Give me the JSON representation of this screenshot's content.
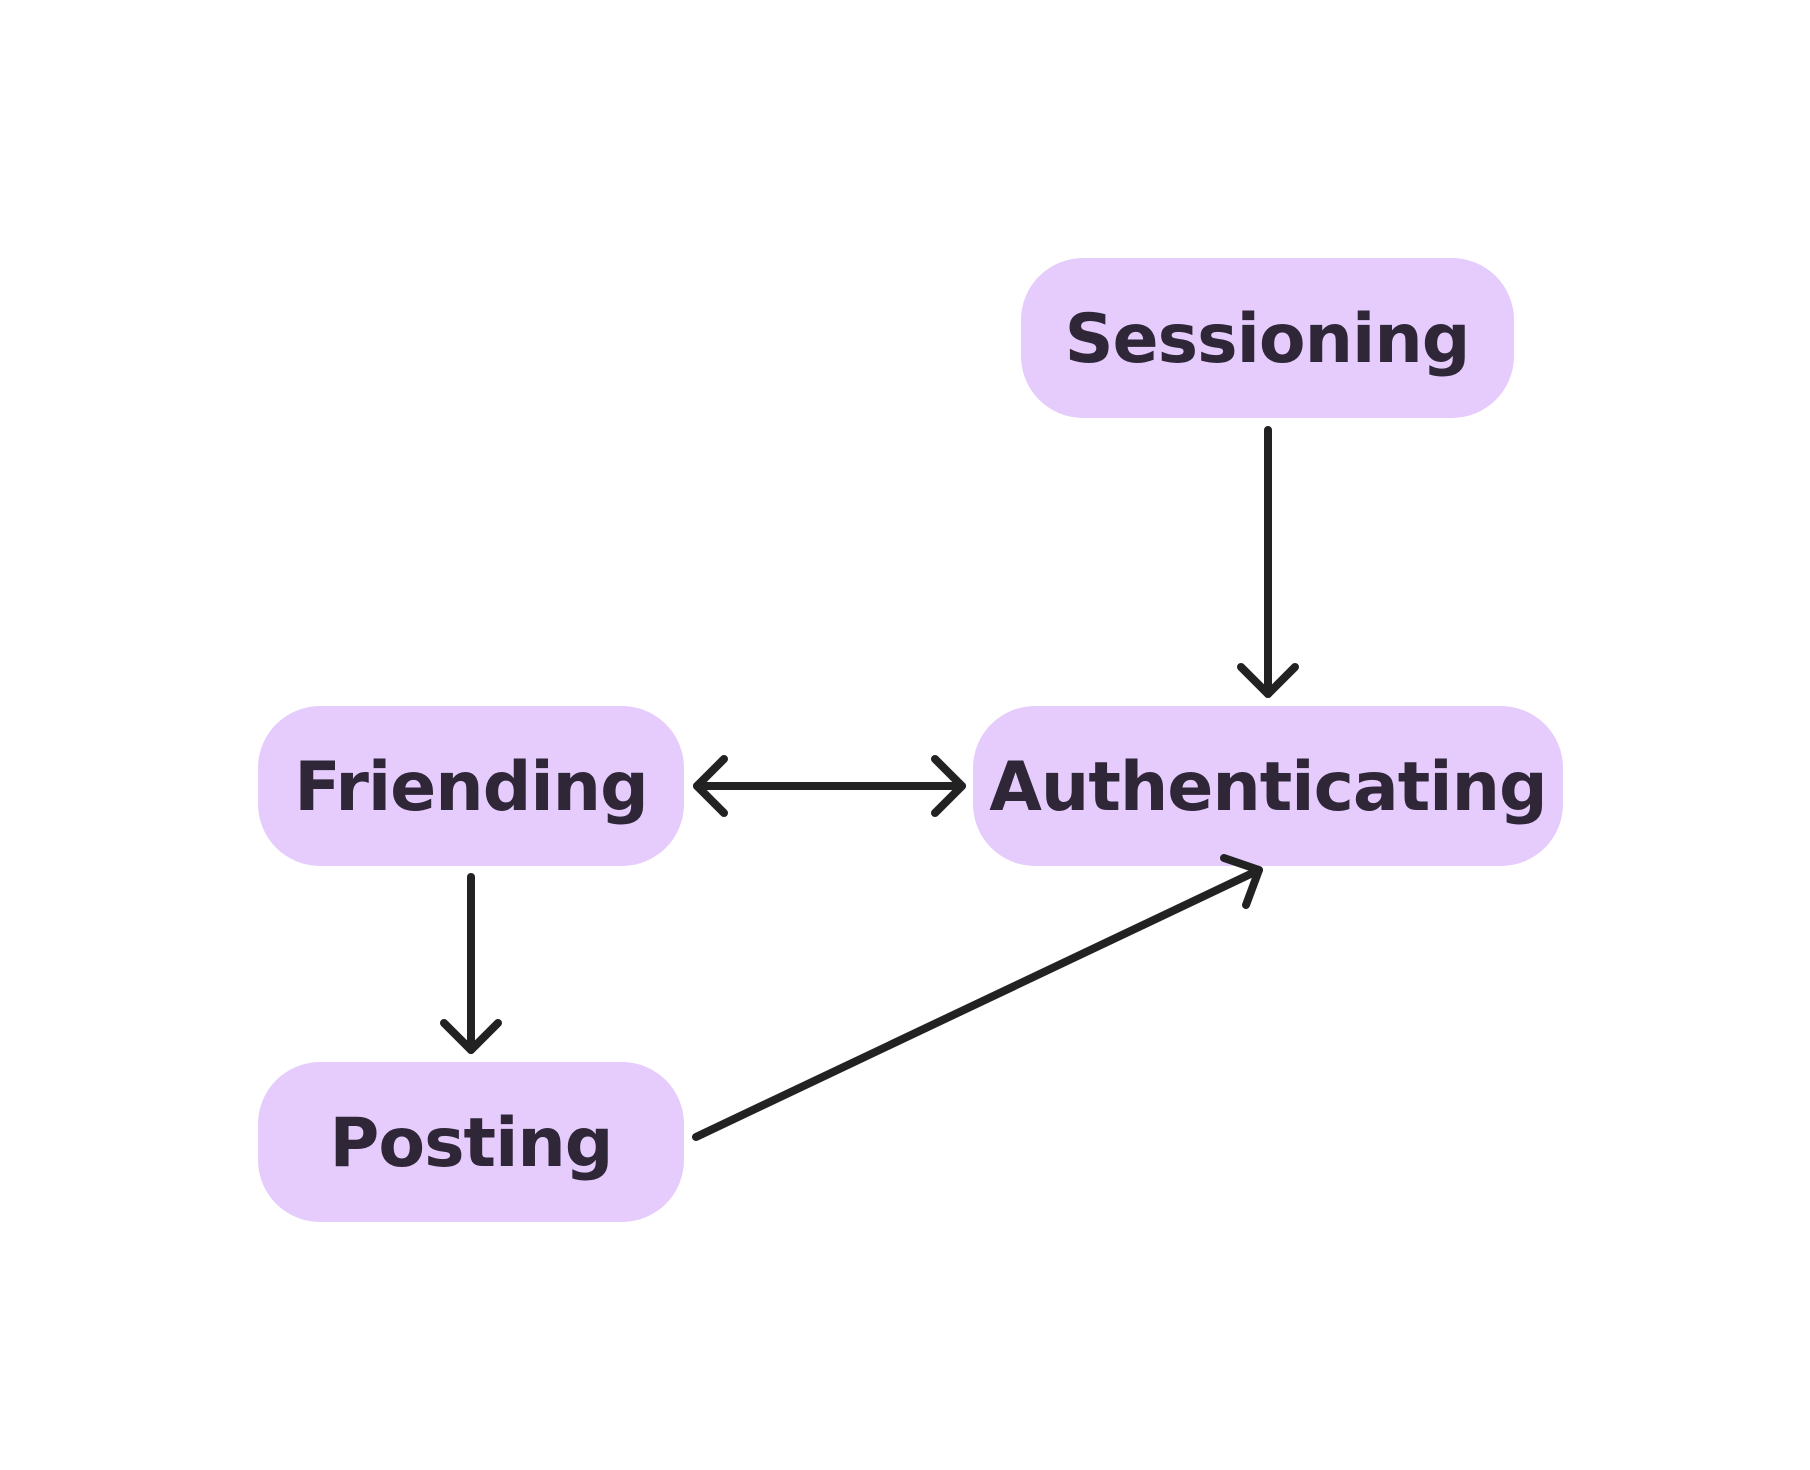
{
  "colors": {
    "background": "#ffffff",
    "node_fill": "#e5ccfc",
    "node_text": "#2f2638",
    "edge": "#222222"
  },
  "nodes": {
    "sessioning": {
      "label": "Sessioning"
    },
    "authenticating": {
      "label": "Authenticating"
    },
    "friending": {
      "label": "Friending"
    },
    "posting": {
      "label": "Posting"
    }
  },
  "edges": [
    {
      "from": "sessioning",
      "to": "authenticating",
      "direction": "forward"
    },
    {
      "from": "friending",
      "to": "authenticating",
      "direction": "both"
    },
    {
      "from": "friending",
      "to": "posting",
      "direction": "forward"
    },
    {
      "from": "posting",
      "to": "authenticating",
      "direction": "forward"
    }
  ]
}
